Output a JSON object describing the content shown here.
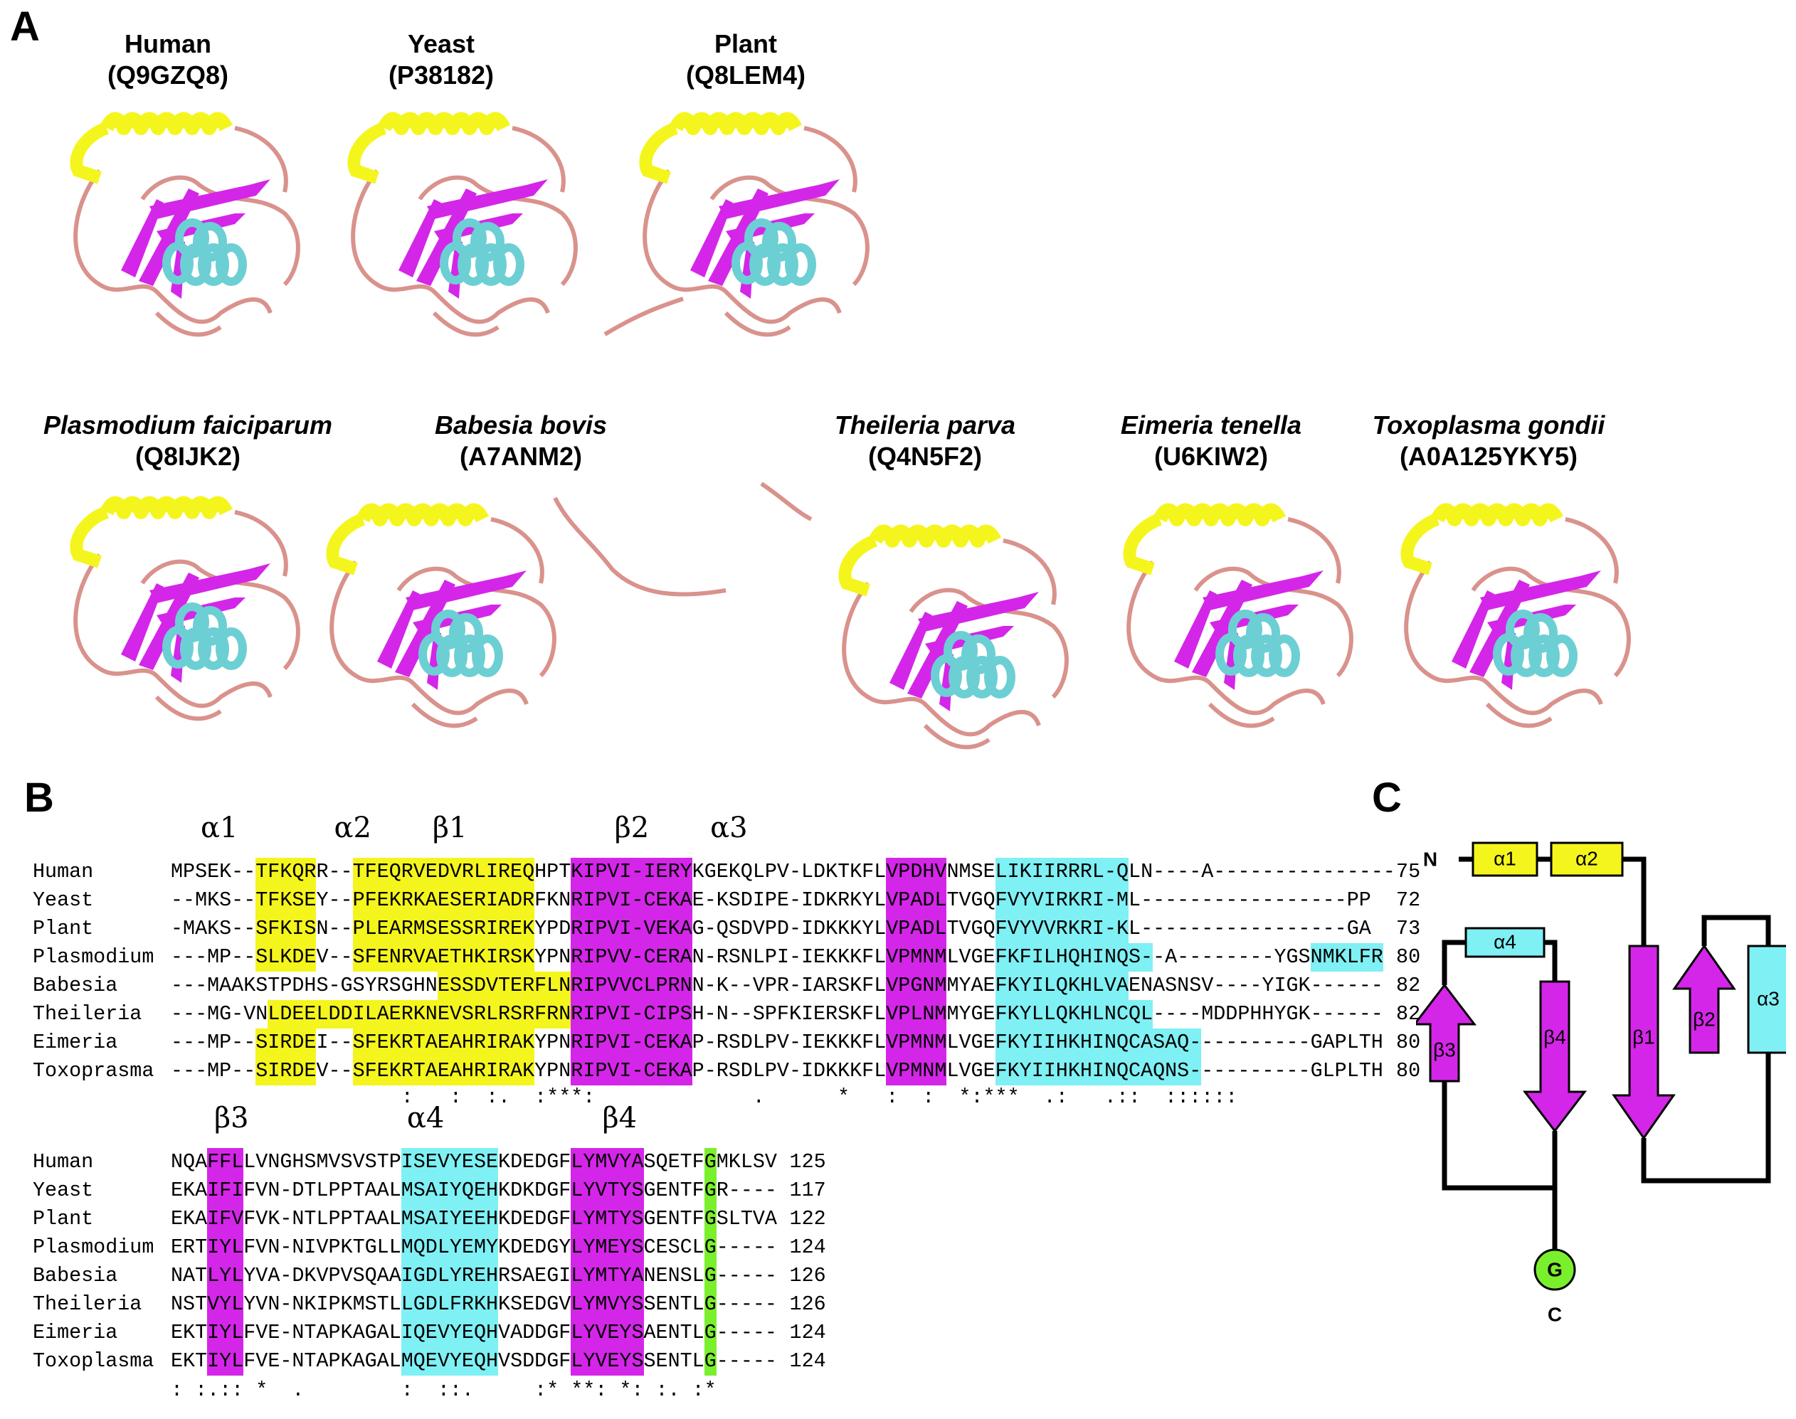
{
  "panels": {
    "a": "A",
    "b": "B",
    "c": "C"
  },
  "colors": {
    "helix_n": "#f5f51e",
    "strand": "#d426e8",
    "helix_c": "#7ff0f4",
    "gly": "#7af02d",
    "loop": "#d9928c"
  },
  "panelA": {
    "row1": [
      {
        "species": "Human",
        "italic": false,
        "accession": "(Q9GZQ8)"
      },
      {
        "species": "Yeast",
        "italic": false,
        "accession": "(P38182)"
      },
      {
        "species": "Plant",
        "italic": false,
        "accession": "(Q8LEM4)"
      }
    ],
    "row2": [
      {
        "species": "Plasmodium faiciparum",
        "italic": true,
        "accession": "(Q8IJK2)"
      },
      {
        "species": "Babesia bovis",
        "italic": true,
        "accession": "(A7ANM2)"
      },
      {
        "species": "Theileria parva",
        "italic": true,
        "accession": "(Q4N5F2)"
      },
      {
        "species": "Eimeria tenella",
        "italic": true,
        "accession": "(U6KIW2)"
      },
      {
        "species": "Toxoplasma gondii",
        "italic": true,
        "accession": "(A0A125YKY5)"
      }
    ]
  },
  "panelB": {
    "block1": {
      "ss_labels": [
        "α1",
        "α2",
        "β1",
        "β2",
        "α3"
      ],
      "ss_label_cols": [
        4,
        15,
        23,
        38,
        46
      ],
      "rows": [
        {
          "name": "Human",
          "seq": "MPSEK--TFKQRR--TFEQRVEDVRLIREQHPTKIPVI-IERYKGEKQLPV-LDKTKFLVPDHVNMSELIKIIRRRL-QLN----A---------------",
          "count": "75"
        },
        {
          "name": "Yeast",
          "seq": "--MKS--TFKSEY--PFEKRKAESERIADRFKNRIPVI-CEKAE-KSDIPE-IDKRKYLVPADLTVGQFVYVIRKRI-ML-----------------PP",
          "count": "72"
        },
        {
          "name": "Plant",
          "seq": "-MAKS--SFKISN--PLEARMSESSRIREKYPDRIPVI-VEKAG-QSDVPD-IDKKKYLVPADLTVGQFVYVVRKRI-KL-----------------GA",
          "count": "73"
        },
        {
          "name": "Plasmodium",
          "seq": "---MP--SLKDEV--SFENRVAETHKIRSKYPNRIPVV-CERAN-RSNLPI-IEKKKFLVPMNMLVGEFKFILHQHINQS--A--------YGSNMKLFR",
          "count": "80"
        },
        {
          "name": "Babesia",
          "seq": "---MAAKSTPDHS-GSYRSGHNESSDVTERFLNRIPVVCLPRNN-K--VPR-IARSKFLVPGNMMYAEFKYILQKHLVAENASNSV----YIGK------",
          "count": "82"
        },
        {
          "name": "Theileria",
          "seq": "---MG-VNLDEELDDILAERKNEVSRLRSRFRNRIPVI-CIPSH-N--SPFKIERSKFLVPLNMMYGEFKYLLQKHLNCQL----MDDPHHYGK------",
          "count": "82"
        },
        {
          "name": "Eimeria",
          "seq": "---MP--SIRDEI--SFEKRTAEAHRIRAKYPNRIPVI-CEKAP-RSDLPV-IEKKKFLVPMNMLVGEFKYIIHKHINQCASAQ----------GAPLTH",
          "count": "80"
        },
        {
          "name": "Toxoprasma",
          "seq": "---MP--SIRDEV--SFEKRTAEAHRIRAKYPNRIPVI-CEKAP-RSDLPV-IDKKKFLVPMNMLVGEFKYIIHKHINQCAQNS----------GLPLTH",
          "count": "80"
        }
      ],
      "conservation_top": "                   :   :  :.  :***:             .      *   :  :  *:***  .:   .::  :::::: ",
      "conservation_dot": "."
    },
    "block2": {
      "ss_labels": [
        "β3",
        "α4",
        "β4"
      ],
      "ss_label_cols": [
        5,
        21,
        37
      ],
      "rows": [
        {
          "name": "Human",
          "seq": "NQAFFLLVNGHSMVSVSTPISEVYESEKDEDGFLYMVYASQETFGMKLSV",
          "count": "125"
        },
        {
          "name": "Yeast",
          "seq": "EKAIFIFVN-DTLPPTAALMSAIYQEHKDKDGFLYVTYSGENTFGR----",
          "count": "117"
        },
        {
          "name": "Plant",
          "seq": "EKAIFVFVK-NTLPPTAALMSAIYEEHKDEDGFLYMTYSGENTFGSLTVA",
          "count": "122"
        },
        {
          "name": "Plasmodium",
          "seq": "ERTIYLFVN-NIVPKTGLLMQDLYEMYKDEDGYLYMEYSCESCLG-----",
          "count": "124"
        },
        {
          "name": "Babesia",
          "seq": "NATLYLYVA-DKVPVSQAAIGDLYREHRSAEGILYMTYANENSLG-----",
          "count": "126"
        },
        {
          "name": "Theileria",
          "seq": "NSTVYLYVN-NKIPKMSTLLGDLFRKHKSEDGVLYMVYSSENTLG-----",
          "count": "126"
        },
        {
          "name": "Eimeria",
          "seq": "EKTIYLFVE-NTAPKAGALIQEVYEQHVADDGFLYVEYSAENTLG-----",
          "count": "124"
        },
        {
          "name": "Toxoplasma",
          "seq": "EKTIYLFVE-NTAPKAGALMQEVYEQHVSDDGFLYVEYSSENTLG-----",
          "count": "124"
        }
      ],
      "conservation": ": :.:: *  .        :  ::.     :* **: *: :. :*"
    }
  },
  "panelC": {
    "n_label": "N",
    "c_label": "C",
    "g_label": "G",
    "helices": [
      "α1",
      "α2",
      "α3",
      "α4"
    ],
    "strands": [
      "β1",
      "β2",
      "β3",
      "β4"
    ]
  }
}
